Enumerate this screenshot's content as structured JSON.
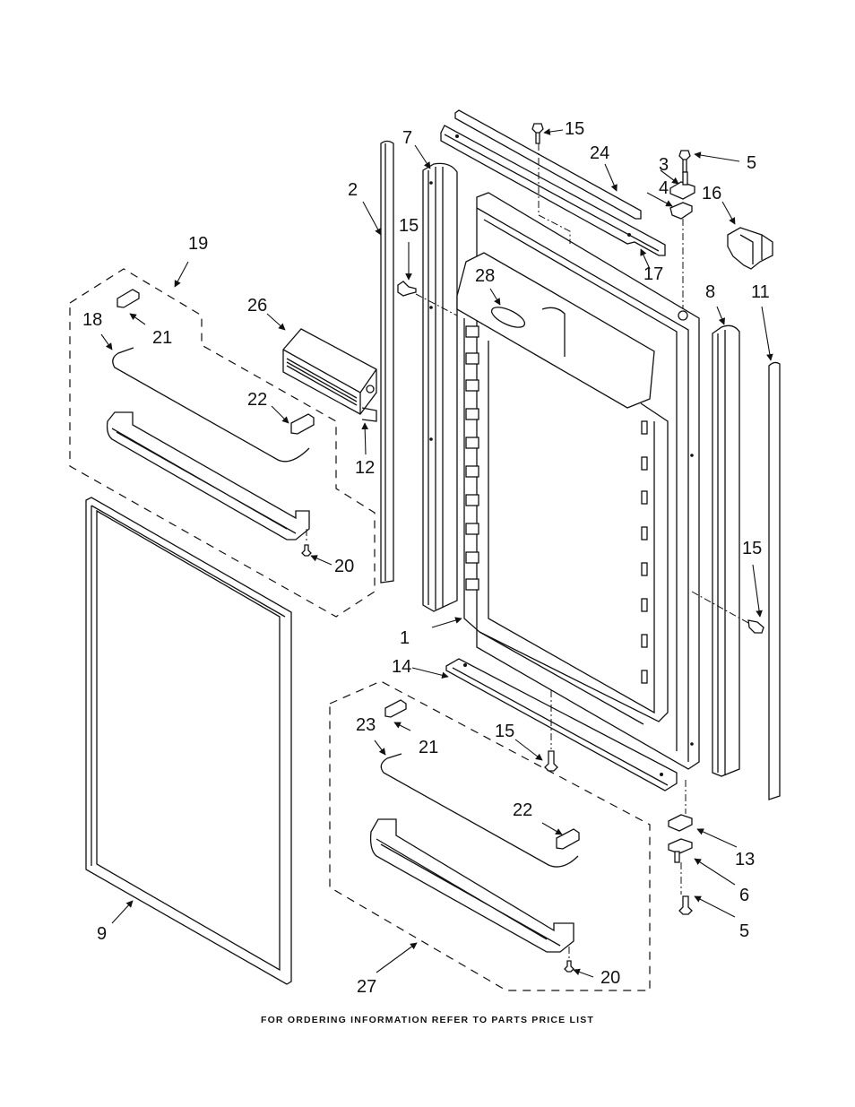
{
  "diagram": {
    "title": "Refrigerator Door Parts Exploded View",
    "callouts": [
      {
        "id": "c1",
        "label": "1"
      },
      {
        "id": "c2",
        "label": "2"
      },
      {
        "id": "c3",
        "label": "3"
      },
      {
        "id": "c4",
        "label": "4"
      },
      {
        "id": "c5a",
        "label": "5"
      },
      {
        "id": "c5b",
        "label": "5"
      },
      {
        "id": "c6",
        "label": "6"
      },
      {
        "id": "c7",
        "label": "7"
      },
      {
        "id": "c8",
        "label": "8"
      },
      {
        "id": "c9",
        "label": "9"
      },
      {
        "id": "c11",
        "label": "11"
      },
      {
        "id": "c12",
        "label": "12"
      },
      {
        "id": "c13",
        "label": "13"
      },
      {
        "id": "c14",
        "label": "14"
      },
      {
        "id": "c15a",
        "label": "15"
      },
      {
        "id": "c15b",
        "label": "15"
      },
      {
        "id": "c15c",
        "label": "15"
      },
      {
        "id": "c15d",
        "label": "15"
      },
      {
        "id": "c16",
        "label": "16"
      },
      {
        "id": "c17",
        "label": "17"
      },
      {
        "id": "c18",
        "label": "18"
      },
      {
        "id": "c19",
        "label": "19"
      },
      {
        "id": "c20a",
        "label": "20"
      },
      {
        "id": "c20b",
        "label": "20"
      },
      {
        "id": "c21a",
        "label": "21"
      },
      {
        "id": "c21b",
        "label": "21"
      },
      {
        "id": "c22a",
        "label": "22"
      },
      {
        "id": "c22b",
        "label": "22"
      },
      {
        "id": "c23",
        "label": "23"
      },
      {
        "id": "c24",
        "label": "24"
      },
      {
        "id": "c26",
        "label": "26"
      },
      {
        "id": "c27",
        "label": "27"
      },
      {
        "id": "c28",
        "label": "28"
      }
    ]
  },
  "footer": {
    "text": "FOR ORDERING INFORMATION REFER TO PARTS PRICE LIST"
  }
}
